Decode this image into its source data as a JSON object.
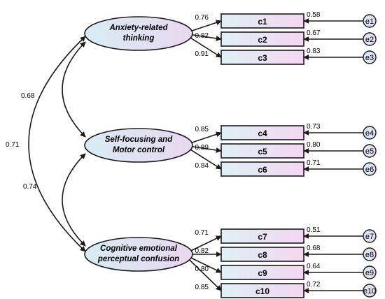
{
  "diagram": {
    "colors": {
      "latent_fill_start": "#d7ecf3",
      "latent_fill_end": "#ead7f0",
      "item_fill_start": "#dff0f5",
      "item_fill_end": "#f4d6f1",
      "stroke": "#1a1a1a"
    },
    "latents": [
      {
        "id": "anx",
        "lines": [
          "Anxiety-related",
          "thinking"
        ]
      },
      {
        "id": "self",
        "lines": [
          "Self-focusing and",
          "Motor control"
        ]
      },
      {
        "id": "cog",
        "lines": [
          "Cognitive emotional",
          "perceptual confusion"
        ]
      }
    ],
    "items": [
      {
        "id": "c1",
        "label": "c1",
        "latent": "anx",
        "loading": "0.76",
        "error": "e1",
        "error_value": "0.58"
      },
      {
        "id": "c2",
        "label": "c2",
        "latent": "anx",
        "loading": "0.82",
        "error": "e2",
        "error_value": "0.67"
      },
      {
        "id": "c3",
        "label": "c3",
        "latent": "anx",
        "loading": "0.91",
        "error": "e3",
        "error_value": "0.83"
      },
      {
        "id": "c4",
        "label": "c4",
        "latent": "self",
        "loading": "0.85",
        "error": "e4",
        "error_value": "0.73"
      },
      {
        "id": "c5",
        "label": "c5",
        "latent": "self",
        "loading": "0.89",
        "error": "e5",
        "error_value": "0.80"
      },
      {
        "id": "c6",
        "label": "c6",
        "latent": "self",
        "loading": "0.84",
        "error": "e6",
        "error_value": "0.71"
      },
      {
        "id": "c7",
        "label": "c7",
        "latent": "cog",
        "loading": "0.71",
        "error": "e7",
        "error_value": "0.51"
      },
      {
        "id": "c8",
        "label": "c8",
        "latent": "cog",
        "loading": "0.82",
        "error": "e8",
        "error_value": "0.68"
      },
      {
        "id": "c9",
        "label": "c9",
        "latent": "cog",
        "loading": "0.80",
        "error": "e9",
        "error_value": "0.64"
      },
      {
        "id": "c10",
        "label": "c10",
        "latent": "cog",
        "loading": "0.85",
        "error": "e10",
        "error_value": "0.72"
      }
    ],
    "covariances": [
      {
        "from": "anx",
        "to": "self",
        "value": "0.68"
      },
      {
        "from": "self",
        "to": "cog",
        "value": "0.74"
      },
      {
        "from": "anx",
        "to": "cog",
        "value": "0.71"
      }
    ]
  }
}
